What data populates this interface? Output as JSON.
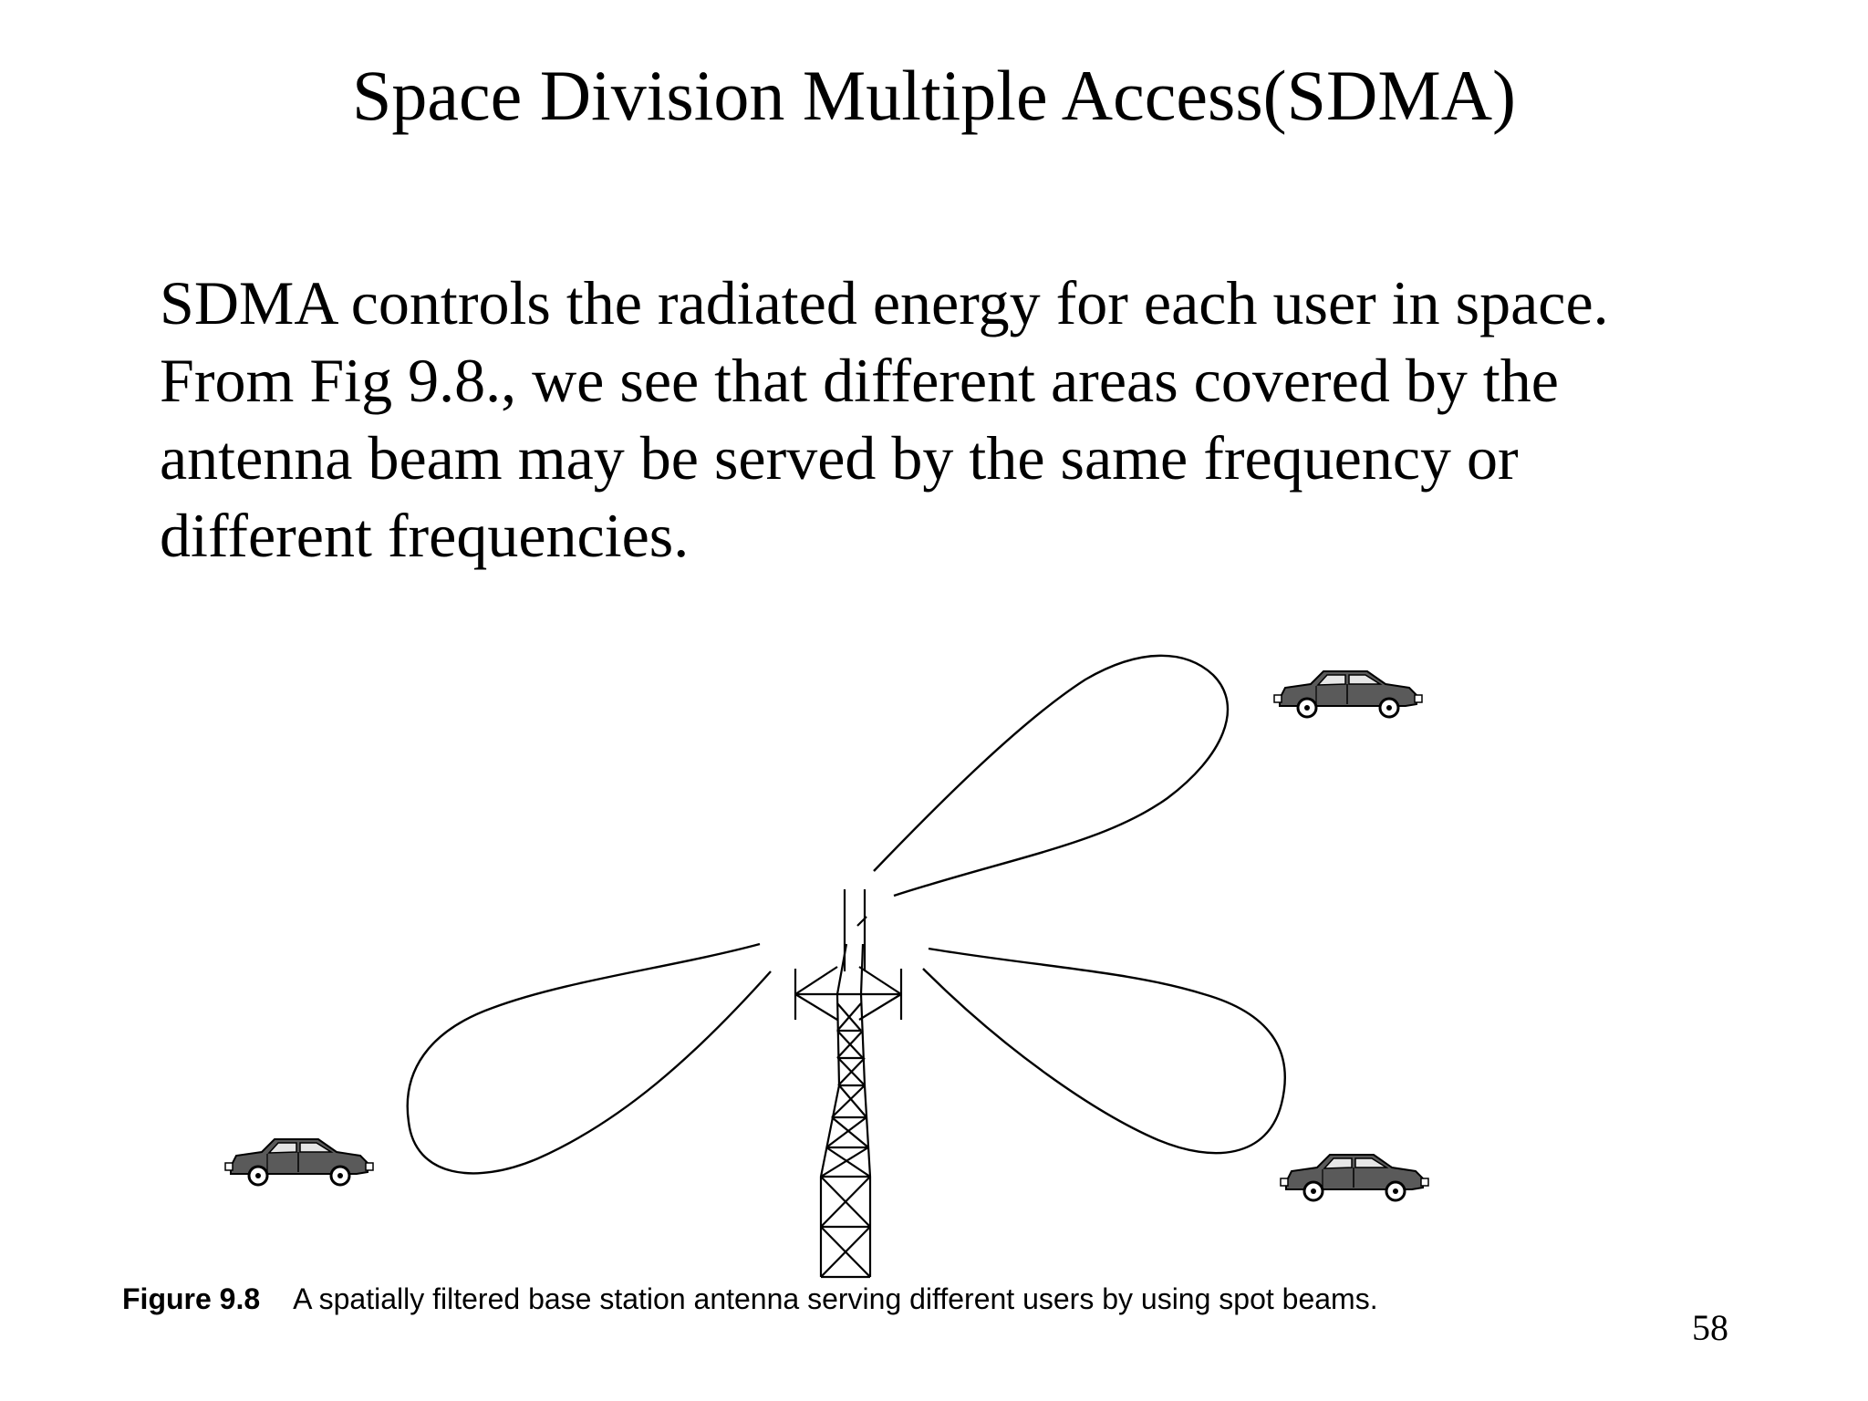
{
  "slide": {
    "title": "Space Division Multiple Access(SDMA)",
    "body_lines": [
      "SDMA controls the radiated energy for each user in space.",
      "From Fig 9.8., we see that different areas covered by the",
      "antenna beam may be served by the same frequency or",
      "different frequencies."
    ],
    "page_number": "58"
  },
  "figure": {
    "caption_label": "Figure 9.8",
    "caption_text": "A spatially filtered base station antenna serving different users by using spot beams.",
    "elements": {
      "tower": "base-station-antenna-tower",
      "beams": [
        "spot-beam-upper-right",
        "spot-beam-left",
        "spot-beam-lower-right"
      ],
      "cars": [
        "car-upper-right",
        "car-left",
        "car-lower-right"
      ]
    },
    "colors": {
      "line": "#000000",
      "car_body": "#5a5a5a",
      "car_window": "#e6e6e6"
    }
  }
}
